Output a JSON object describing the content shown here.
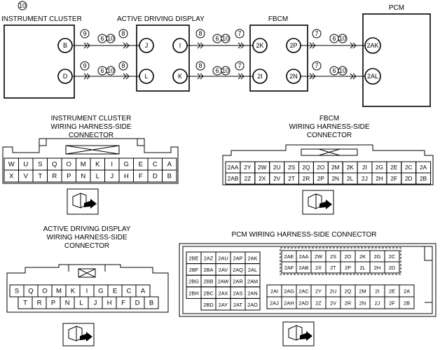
{
  "wiring": {
    "top_number": "10",
    "modules": {
      "instrument_cluster": "INSTRUMENT CLUSTER",
      "active_driving_display": "ACTIVE DRIVING DISPLAY",
      "fbcm": "FBCM",
      "pcm": "PCM"
    },
    "terminals": {
      "ic_b": "B",
      "ic_d": "D",
      "add_j": "J",
      "add_l": "L",
      "add_i": "I",
      "add_k": "K",
      "fbcm_2k": "2K",
      "fbcm_2i": "2I",
      "fbcm_2p": "2P",
      "fbcm_2n": "2N",
      "pcm_2ak": "2AK",
      "pcm_2al": "2AL"
    },
    "conditions": {
      "ic_left_1": "9",
      "ic_mid_1": "6",
      "ic_mid_2": "10",
      "ic_right_1": "8",
      "ic_left_2": "9",
      "ic_mid_3": "6",
      "ic_mid_4": "10",
      "ic_right_2": "8",
      "add_left_1": "8",
      "add_mid_1": "6",
      "add_mid_2": "10",
      "add_right_1": "7",
      "add_left_2": "8",
      "add_mid_3": "6",
      "add_mid_4": "10",
      "add_right_2": "7",
      "fbcm_left_1": "7",
      "fbcm_mid_1": "6",
      "fbcm_mid_2": "10",
      "fbcm_left_2": "7",
      "fbcm_mid_3": "6",
      "fbcm_mid_4": "10"
    }
  },
  "ic_connector": {
    "title": "INSTRUMENT CLUSTER\nWIRING HARNESS-SIDE\nCONNECTOR",
    "row1": [
      "W",
      "U",
      "S",
      "Q",
      "O",
      "M",
      "K",
      "I",
      "G",
      "E",
      "C",
      "A"
    ],
    "row2": [
      "X",
      "V",
      "T",
      "R",
      "P",
      "N",
      "L",
      "J",
      "H",
      "F",
      "D",
      "B"
    ]
  },
  "fbcm_connector": {
    "title": "FBCM\nWIRING HARNESS-SIDE\nCONNECTOR",
    "row1": [
      "2AA",
      "2Y",
      "2W",
      "2U",
      "2S",
      "2Q",
      "2O",
      "2M",
      "2K",
      "2I",
      "2G",
      "2E",
      "2C",
      "2A"
    ],
    "row2": [
      "2AB",
      "2Z",
      "2X",
      "2V",
      "2T",
      "2R",
      "2P",
      "2N",
      "2L",
      "2J",
      "2H",
      "2F",
      "2D",
      "2B"
    ]
  },
  "add_connector": {
    "title": "ACTIVE DRIVING DISPLAY\nWIRING HARNESS-SIDE\nCONNECTOR",
    "row1": [
      "S",
      "Q",
      "O",
      "M",
      "K",
      "I",
      "G",
      "E",
      "C",
      "A"
    ],
    "row2": [
      "T",
      "R",
      "P",
      "N",
      "L",
      "J",
      "H",
      "F",
      "D",
      "B"
    ]
  },
  "pcm_connector": {
    "title": "PCM WIRING HARNESS-SIDE CONNECTOR",
    "left_block": [
      [
        "2BE",
        "2AZ",
        "2AU",
        "2AP",
        "2AK"
      ],
      [
        "2BF",
        "2BA",
        "2AV",
        "2AQ",
        "2AL"
      ],
      [
        "2BG",
        "2BB",
        "2AW",
        "2AR",
        "2AM"
      ],
      [
        "2BH",
        "2BC",
        "2AX",
        "2AS",
        "2AN"
      ],
      [
        "",
        "2BD",
        "2AY",
        "2AT",
        "2AO"
      ]
    ],
    "right_top": [
      [
        "2AE",
        "2AA",
        "2W",
        "2S",
        "2O",
        "2K",
        "2G",
        "2C"
      ],
      [
        "2AF",
        "2AB",
        "2X",
        "2T",
        "2P",
        "2L",
        "2H",
        "2D"
      ]
    ],
    "right_bottom": [
      [
        "2AI",
        "2AG",
        "2AC",
        "2Y",
        "2U",
        "2Q",
        "2M",
        "2I",
        "2E",
        "2A"
      ],
      [
        "2AJ",
        "2AH",
        "2AD",
        "2Z",
        "2V",
        "2R",
        "2N",
        "2J",
        "2F",
        "2B"
      ]
    ]
  }
}
